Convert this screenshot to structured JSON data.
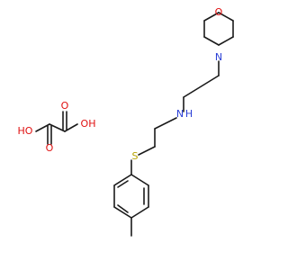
{
  "labels": {
    "morpholine_O": "O",
    "morpholine_N": "N",
    "amine_N": "N",
    "amine_H": "H",
    "thioether_S": "S",
    "oxalic_HO_left": "HO",
    "oxalic_O_top": "O",
    "oxalic_O_bottom": "O",
    "oxalic_OH_right": "OH"
  },
  "colors": {
    "bond": "#1a1a1a",
    "oxygen": "#e01010",
    "nitrogen": "#2a3fd6",
    "sulfur": "#b8a400"
  }
}
